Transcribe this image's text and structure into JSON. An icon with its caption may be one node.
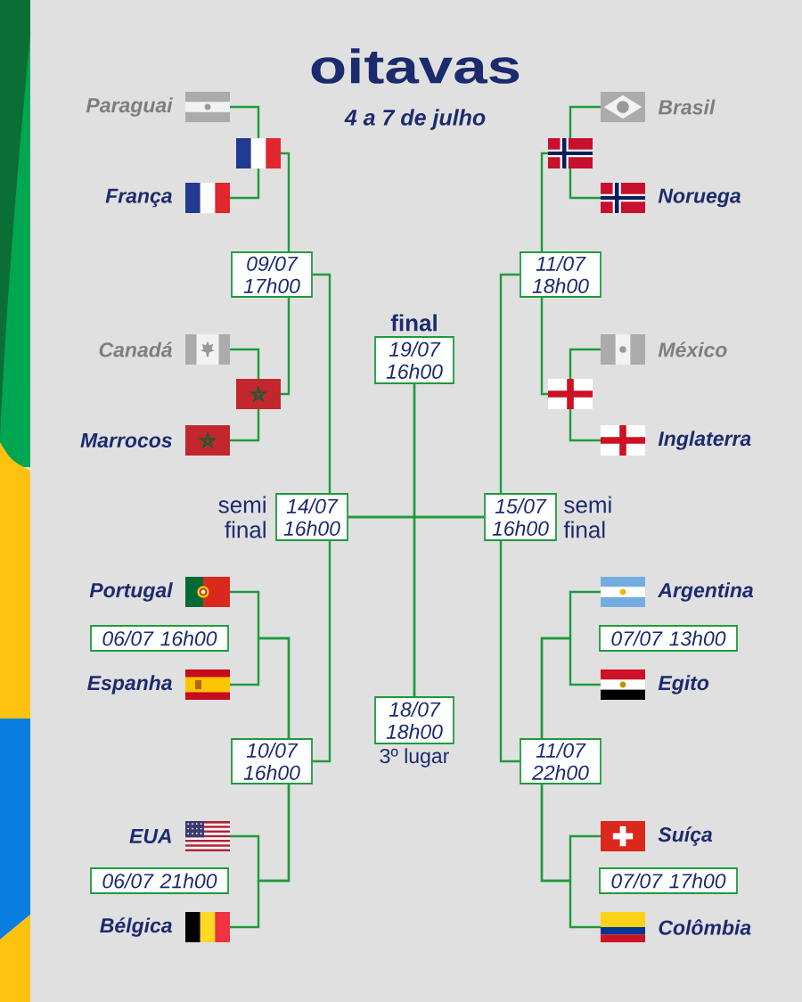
{
  "diagram": {
    "title": "oitavas",
    "nodes": [
      {
        "text": [],
        "shape": "picture",
        "beside": [
          "Paraguai"
        ]
      },
      {
        "text": [],
        "shape": "picture"
      },
      {
        "text": [],
        "shape": "picture",
        "beside": [
          "França"
        ]
      },
      {
        "text": [
          "09/07 17h00"
        ]
      },
      {
        "text": [],
        "shape": "picture",
        "beside": [
          "Canadá"
        ]
      },
      {
        "text": [],
        "shape": "picture"
      },
      {
        "text": [],
        "shape": "picture",
        "beside": [
          "Marrocos"
        ]
      },
      {
        "text": [
          "14/07 16h00"
        ],
        "beside": [
          "semi final"
        ]
      },
      {
        "text": [],
        "shape": "picture",
        "beside": [
          "Portugal"
        ]
      },
      {
        "text": [
          "06/07 16h00"
        ]
      },
      {
        "text": [],
        "shape": "picture",
        "beside": [
          "Espanha"
        ]
      },
      {
        "text": [
          "10/07 16h00"
        ]
      },
      {
        "text": [],
        "shape": "picture",
        "beside": [
          "EUA"
        ]
      },
      {
        "text": [
          "06/07 21h00"
        ]
      },
      {
        "text": [],
        "shape": "picture",
        "beside": [
          "Bélgica"
        ]
      },
      {
        "text": [
          "19/07 16h00"
        ],
        "beside": [
          "final"
        ]
      },
      {
        "text": [
          "18/07 18h00"
        ],
        "beside": [
          "3º lugar"
        ]
      },
      {
        "text": [],
        "shape": "picture",
        "beside": [
          "Brasil"
        ]
      },
      {
        "text": [],
        "shape": "picture"
      },
      {
        "text": [],
        "shape": "picture",
        "beside": [
          "Noruega"
        ]
      },
      {
        "text": [
          "11/07 18h00"
        ]
      },
      {
        "text": [],
        "shape": "picture",
        "beside": [
          "México"
        ]
      },
      {
        "text": [],
        "shape": "picture"
      },
      {
        "text": [],
        "shape": "picture",
        "beside": [
          "Inglaterra"
        ]
      },
      {
        "text": [
          "15/07 16h00"
        ],
        "beside": [
          "semi final"
        ]
      },
      {
        "text": [],
        "shape": "picture",
        "beside": [
          "Argentina"
        ]
      },
      {
        "text": [
          "07/07 13h00"
        ]
      },
      {
        "text": [],
        "shape": "picture",
        "beside": [
          "Egito"
        ]
      },
      {
        "text": [
          "11/07 22h00"
        ]
      },
      {
        "text": [],
        "shape": "picture",
        "beside": [
          "Suíça"
        ]
      },
      {
        "text": [
          "07/07 17h00"
        ]
      },
      {
        "text": [],
        "shape": "picture",
        "beside": [
          "Colômbia"
        ]
      }
    ],
    "edges": [
      {
        "from": 0,
        "to": 1,
        "arrow": "none"
      },
      {
        "from": 2,
        "to": 1,
        "arrow": "none"
      },
      {
        "from": 1,
        "to": 3,
        "arrow": "none"
      },
      {
        "from": 4,
        "to": 5,
        "arrow": "none"
      },
      {
        "from": 6,
        "to": 5,
        "arrow": "none"
      },
      {
        "from": 5,
        "to": 3,
        "arrow": "none"
      },
      {
        "from": 3,
        "to": 7,
        "arrow": "none"
      },
      {
        "from": 8,
        "to": 11,
        "arrow": "none"
      },
      {
        "from": 10,
        "to": 11,
        "arrow": "none"
      },
      {
        "from": 12,
        "to": 11,
        "arrow": "none"
      },
      {
        "from": 14,
        "to": 11,
        "arrow": "none"
      },
      {
        "from": 11,
        "to": 7,
        "arrow": "none"
      },
      {
        "from": 7,
        "to": 15,
        "arrow": "none"
      },
      {
        "from": 24,
        "to": 15,
        "arrow": "none"
      },
      {
        "from": 7,
        "to": 16,
        "arrow": "none"
      },
      {
        "from": 24,
        "to": 16,
        "arrow": "none"
      },
      {
        "from": 17,
        "to": 18,
        "arrow": "none"
      },
      {
        "from": 19,
        "to": 18,
        "arrow": "none"
      },
      {
        "from": 18,
        "to": 20,
        "arrow": "none"
      },
      {
        "from": 21,
        "to": 22,
        "arrow": "none"
      },
      {
        "from": 23,
        "to": 22,
        "arrow": "none"
      },
      {
        "from": 22,
        "to": 20,
        "arrow": "none"
      },
      {
        "from": 20,
        "to": 24,
        "arrow": "none"
      },
      {
        "from": 25,
        "to": 28,
        "arrow": "none"
      },
      {
        "from": 27,
        "to": 28,
        "arrow": "none"
      },
      {
        "from": 29,
        "to": 28,
        "arrow": "none"
      },
      {
        "from": 31,
        "to": 28,
        "arrow": "none"
      },
      {
        "from": 28,
        "to": 24,
        "arrow": "none"
      }
    ],
    "labels": [
      "4 a 7 de julho"
    ]
  }
}
